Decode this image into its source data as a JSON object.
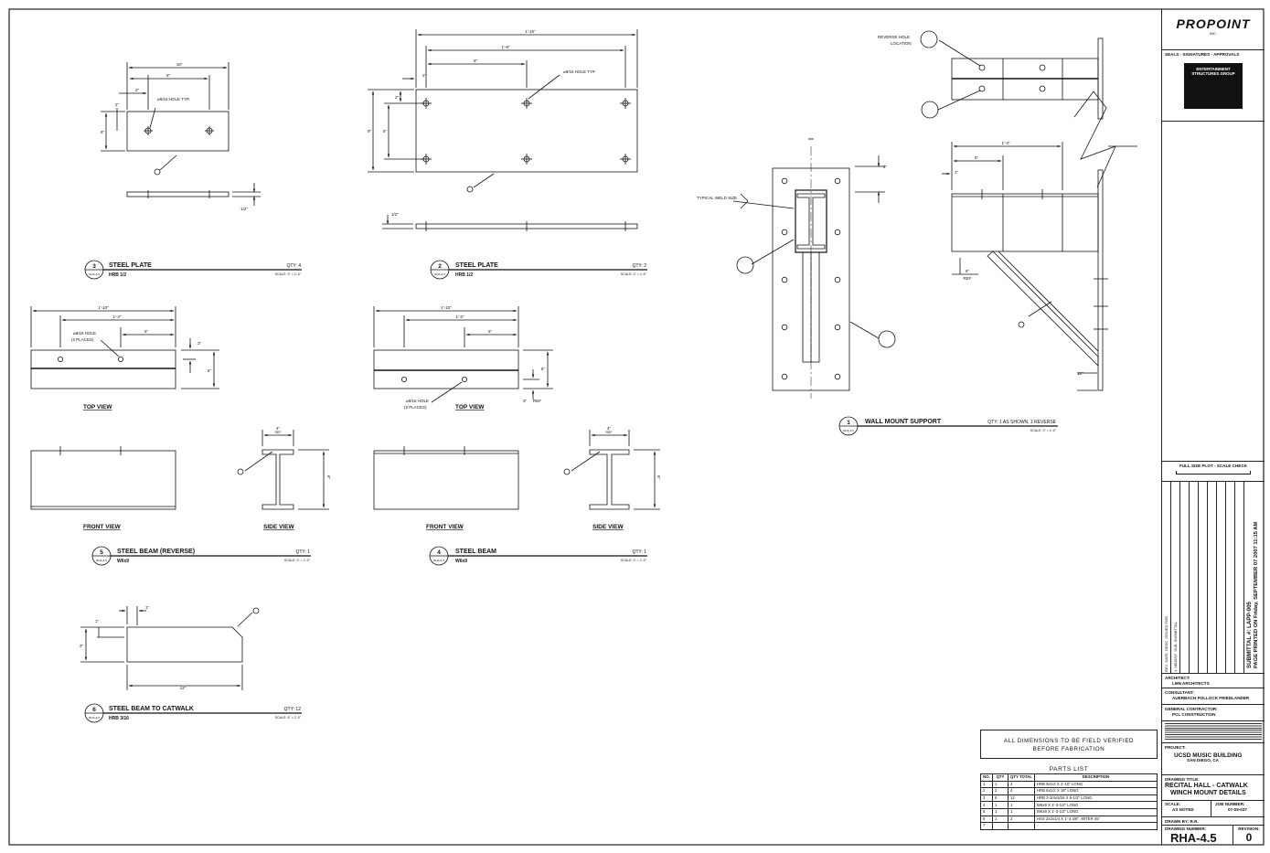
{
  "details": {
    "d3": {
      "num": "3",
      "ref": "RHA-4.5",
      "title": "STEEL PLATE",
      "sub": "HRB 1/2",
      "qty": "QTY: 4",
      "scale": "SCALE: 3\" = 1'-0\""
    },
    "d2": {
      "num": "2",
      "ref": "RHA-4.5",
      "title": "STEEL PLATE",
      "sub": "HRB 1/2",
      "qty": "QTY: 2",
      "scale": "SCALE: 3\" = 1'-0\""
    },
    "d1": {
      "num": "1",
      "ref": "RHA-4.5",
      "title": "WALL MOUNT SUPPORT",
      "qty": "QTY: 1 AS SHOWN, 1 REVERSE",
      "scale": "SCALE: 3\" = 1'-0\""
    },
    "d5": {
      "num": "5",
      "ref": "RHA-4.5",
      "title": "STEEL BEAM (REVERSE)",
      "sub": "W6x9",
      "qty": "QTY: 1",
      "scale": "SCALE: 3\" = 1'-0\""
    },
    "d4": {
      "num": "4",
      "ref": "RHA-4.5",
      "title": "STEEL BEAM",
      "sub": "W6x9",
      "qty": "QTY: 1",
      "scale": "SCALE: 3\" = 1'-0\""
    },
    "d6": {
      "num": "6",
      "ref": "RHA-4.5",
      "title": "STEEL BEAM TO CATWALK",
      "sub": "HRB 3/16",
      "qty": "QTY: 12",
      "scale": "SCALE: 6\" = 1'-0\""
    }
  },
  "views": {
    "top": "TOP VIEW",
    "front": "FRONT VIEW",
    "side": "SIDE VIEW"
  },
  "notes": {
    "hole_typ": "⌀9/16 HOLE TYP.",
    "hole_2": "⌀9/16 HOLE",
    "places": "(2 PLACES)",
    "reverse_hole": "REVERSE HOLE",
    "location": "LOCATION",
    "ref": "REF",
    "typical_weld": "TYPICAL WELD SIZE"
  },
  "dims": {
    "d3_w": "18\"",
    "d3_w2": "8\"",
    "d3_a": "2\"",
    "d3_b": "2\"",
    "d3_h": "6\"",
    "d3_t": "1/2\"",
    "d2_w": "1'-10\"",
    "d2_w2": "1'-9\"",
    "d2_w3": "8\"",
    "d2_a": "2\"",
    "d2_h": "9\"",
    "d2_h2": "6\"",
    "d2_h3": "2\"",
    "d2_t": "1/2\"",
    "d5_w": "1'-10\"",
    "d5_w2": "1'-3\"",
    "d5_w3": "5\"",
    "d5_h": "3\"",
    "d5_h2": "6\"",
    "d4_w": "1'-10\"",
    "d4_w2": "1'-3\"",
    "d4_w3": "5\"",
    "d4_h": "3\"",
    "d4_h2": "6\"",
    "flange": "4\"",
    "depth": "6\"",
    "d6_a": "1\"",
    "d6_b": "1\"",
    "d6_h": "3\"",
    "d6_w": "12\"",
    "d1_a": "1'-3\"",
    "d1_b": "5\"",
    "d1_c": "1\"",
    "d1_d": "6\"",
    "d1_e": "3\"",
    "d1_f": "12\""
  },
  "parts": {
    "note": [
      "ALL DIMENSIONS TO BE FIELD VERIFIED",
      "BEFORE FABRICATION"
    ],
    "title": "PARTS LIST",
    "headers": [
      "NO.",
      "QTY",
      "QTY TOTAL",
      "DESCRIPTION"
    ],
    "rows": [
      [
        "1",
        "1",
        "2",
        "HRB 9x1/2 X 1'-10\" LONG"
      ],
      [
        "2",
        "2",
        "4",
        "HRB 6x1/2 X 18\" LONG"
      ],
      [
        "3",
        "6",
        "12",
        "HRB 3-3/4x3/16 X 5-1/2\" LONG"
      ],
      [
        "4",
        "1",
        "1",
        "W6x9 X 1'-3-1/2\" LONG"
      ],
      [
        "5",
        "1",
        "1",
        "W6x9 X 1'-3-1/2\" LONG"
      ],
      [
        "6",
        "1",
        "2",
        "HSS 2x2x1/4 X 1'-3 3/8\", MITER 45°"
      ],
      [
        "7",
        "",
        "",
        ""
      ]
    ]
  },
  "titleblock": {
    "logo": "PROPOINT",
    "logo_sub": "INC.",
    "seal_label": "SEALS - SIGNATURES - APPROVALS",
    "stamp_title": "ENTERTAINMENT STRUCTURES GROUP",
    "scale_check": "FULL SIZE PLOT - SCALE CHECK",
    "submittal": "SUBMITTAL #: LAPP-005",
    "printed": "PAGE PRINTED ON Friday, SEPTEMBER 07 2007 11:15 AM",
    "rev_headers": [
      "REV",
      "DATE",
      "DESC",
      "ISSUED FOR"
    ],
    "rev_row": [
      "1",
      "08/15/07",
      "SUB",
      "SUBMITTAL"
    ],
    "architect_label": "ARCHITECT:",
    "architect": "LMN ARCHITECTS",
    "consultant_label": "CONSULTANT:",
    "consultant": "AUERBACH POLLOCK FRIEDLANDER",
    "gc_label": "GENERAL CONTRACTOR:",
    "gc": "PCL CONSTRUCTION",
    "project_label": "PROJECT:",
    "project": "UCSD MUSIC BUILDING",
    "project_city": "SAN DIEGO, CA",
    "drawing_title_label": "DRAWING TITLE:",
    "drawing_title": [
      "RECITAL HALL - CATWALK",
      "WINCH MOUNT DETAILS"
    ],
    "scale_label": "SCALE:",
    "scale": "AS NOTED",
    "job_label": "JOB NUMBER:",
    "job": "07-05-037",
    "drawn_label": "DRAWN BY:",
    "drawn": "R.R.",
    "drawing_no_label": "DRAWING NUMBER:",
    "drawing_no": "RHA-4.5",
    "revision_label": "REVISION:",
    "revision": "0"
  }
}
